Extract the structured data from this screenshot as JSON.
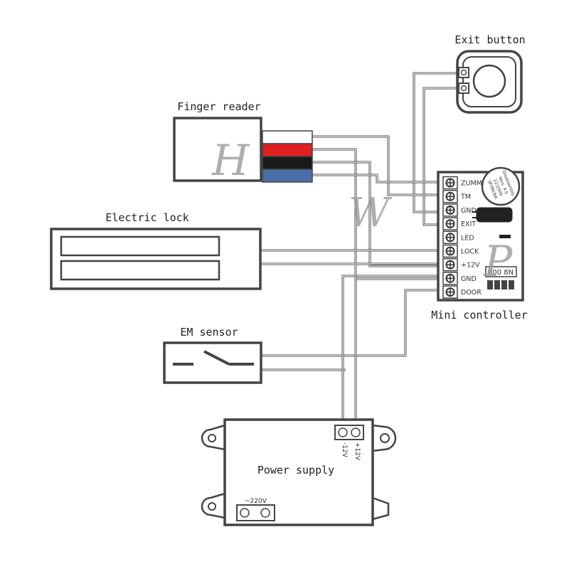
{
  "labels": {
    "exit_button": "Exit button",
    "finger_reader": "Finger reader",
    "electric_lock": "Electric lock",
    "em_sensor": "EM sensor",
    "mini_controller": "Mini controller",
    "power_supply": "Power supply"
  },
  "terminals": [
    "ZUMM",
    "TM",
    "GND",
    "EXIT",
    "LED",
    "LOCK",
    "+12V",
    "GND",
    "DOOR"
  ],
  "controller_parts": {
    "buzzer_text": [
      "Disassembly",
      "Vers. 4.0",
      "12/2009",
      "SF0NLNA"
    ],
    "chip_label": "000 8N"
  },
  "power_supply": {
    "minus_12v": "-12V",
    "plus_12v": "+12V",
    "ac_input": "~220V"
  },
  "watermark": {
    "h": "H",
    "w": "W",
    "p": "P"
  },
  "colors": {
    "stroke": "#444444",
    "wire_red": "#e02020",
    "wire_black": "#1a1a1a",
    "wire_blue": "#4a6fa8"
  }
}
